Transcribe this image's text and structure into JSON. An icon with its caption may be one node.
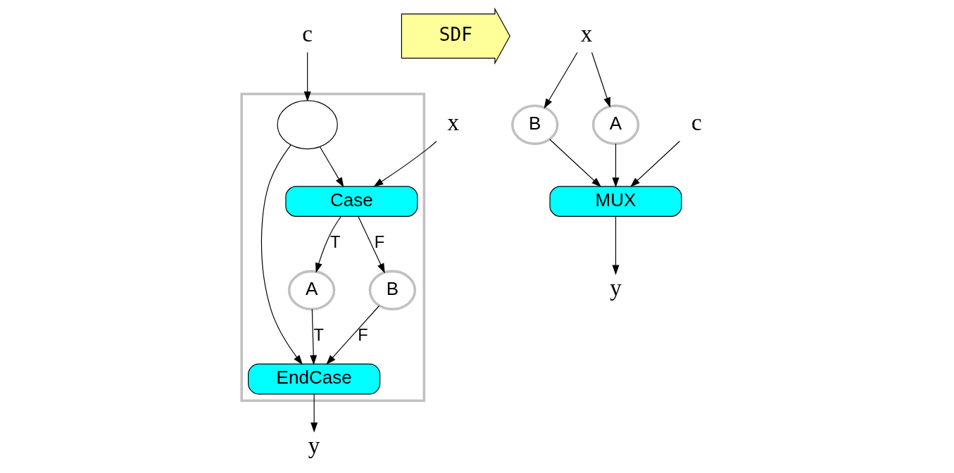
{
  "diagram": {
    "nodes": [
      {
        "text": [],
        "shape": "box"
      },
      {
        "text": [
          "c"
        ]
      },
      {
        "text": [
          "x"
        ]
      },
      {
        "text": [
          "Case"
        ],
        "in": 0
      },
      {
        "text": [],
        "shape": "circle",
        "in": 0
      },
      {
        "text": [
          "A"
        ],
        "in": 0
      },
      {
        "text": [
          "B"
        ],
        "in": 0
      },
      {
        "text": [
          "EndCase"
        ],
        "in": 0
      },
      {
        "text": [
          "y"
        ]
      },
      {
        "text": [
          "SDF"
        ]
      },
      {
        "text": [
          "x"
        ]
      },
      {
        "text": [
          "c"
        ]
      },
      {
        "text": [
          "A"
        ]
      },
      {
        "text": [
          "B"
        ]
      },
      {
        "text": [
          "MUX"
        ]
      },
      {
        "text": [
          "y"
        ]
      }
    ],
    "edges": [
      {
        "from": 1,
        "to": 4,
        "arrow": "to"
      },
      {
        "from": 2,
        "to": 3,
        "arrow": "to"
      },
      {
        "from": 4,
        "to": 3,
        "arrow": "to"
      },
      {
        "from": 4,
        "to": 7,
        "arrow": "to"
      },
      {
        "from": 3,
        "to": 5,
        "arrow": "to",
        "label": "T"
      },
      {
        "from": 3,
        "to": 6,
        "arrow": "to",
        "label": "F"
      },
      {
        "from": 5,
        "to": 7,
        "arrow": "to",
        "label": "T"
      },
      {
        "from": 6,
        "to": 7,
        "arrow": "to",
        "label": "F"
      },
      {
        "from": 7,
        "to": 8,
        "arrow": "to"
      },
      {
        "from": 10,
        "to": 12,
        "arrow": "to"
      },
      {
        "from": 10,
        "to": 13,
        "arrow": "to"
      },
      {
        "from": 11,
        "to": 14,
        "arrow": "to"
      },
      {
        "from": 12,
        "to": 14,
        "arrow": "to"
      },
      {
        "from": 13,
        "to": 14,
        "arrow": "to"
      },
      {
        "from": 14,
        "to": 15,
        "arrow": "to"
      }
    ]
  }
}
